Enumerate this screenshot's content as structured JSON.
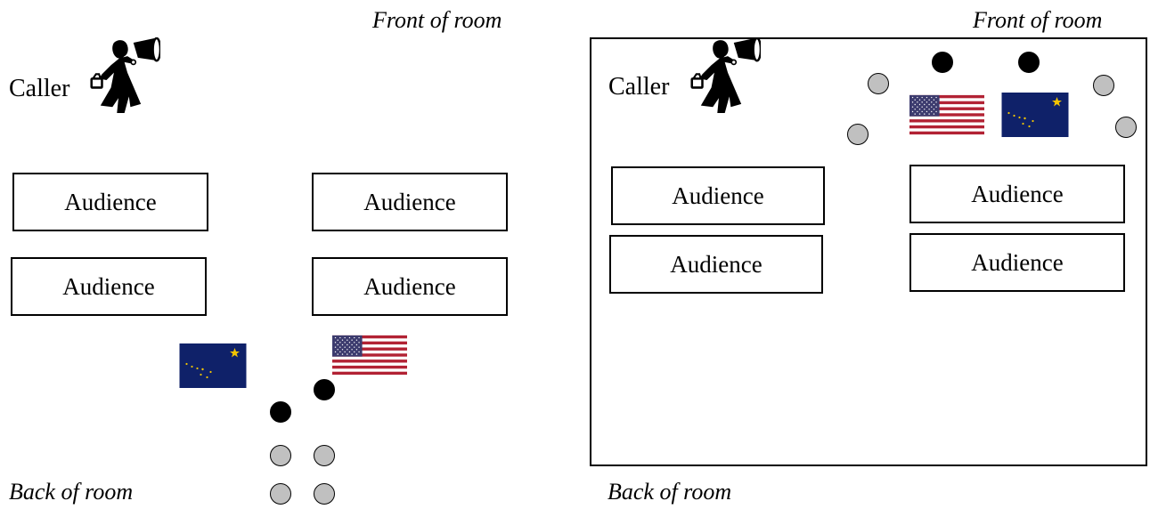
{
  "labels": {
    "front": "Front of room",
    "back": "Back of room",
    "caller": "Caller"
  },
  "audience_label": "Audience",
  "colors": {
    "line": "#000000",
    "gray_marcher": "#c0c0c0",
    "black_marcher": "#000000",
    "alaska_blue": "#0f2169",
    "alaska_star": "#f3c400",
    "us_red": "#b22234",
    "us_blue": "#3c3b6e"
  },
  "icons": {
    "caller": "megaphone-woman-icon",
    "us_flag": "us-flag-icon",
    "alaska_flag": "alaska-flag-icon",
    "black_marcher": "filled-black-circle-icon",
    "gray_marcher": "filled-gray-circle-icon"
  }
}
